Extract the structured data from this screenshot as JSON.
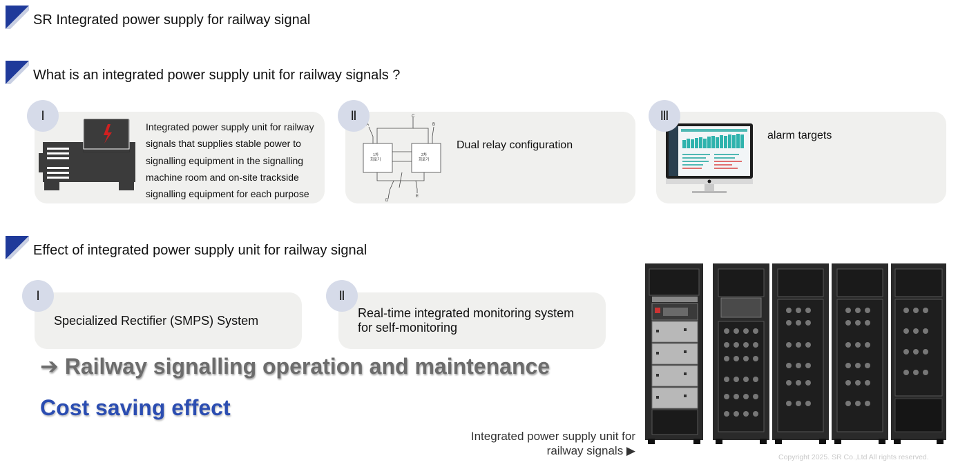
{
  "header": {
    "title": "SR Integrated power supply for railway signal"
  },
  "section1": {
    "title": "What is an integrated power supply unit for railway signals ?",
    "cards": [
      {
        "badge": "Ⅰ",
        "text_lines": [
          "Integrated power supply unit for railway",
          "signals that supplies stable power to",
          "signalling equipment in the signalling",
          "machine room and on-site trackside",
          "signalling equipment for each purpose"
        ],
        "icon": "power-unit-icon"
      },
      {
        "badge": "Ⅱ",
        "text": "Dual relay configuration",
        "icon": "relay-diagram",
        "diagram_labels": {
          "a": "A",
          "b": "B",
          "c": "C",
          "d": "D",
          "e": "E",
          "box1": "1차\n회로기",
          "box2": "2차\n회로기"
        }
      },
      {
        "badge": "Ⅲ",
        "text": "alarm targets",
        "icon": "monitor-icon"
      }
    ]
  },
  "section2": {
    "title": "Effect of integrated power supply unit for railway signal",
    "cards": [
      {
        "badge": "Ⅰ",
        "text": "Specialized Rectifier (SMPS) System"
      },
      {
        "badge": "Ⅱ",
        "text_line1": "Real-time integrated monitoring system",
        "text_line2": "for self-monitoring"
      }
    ],
    "result_line": "➔ Railway signalling operation and maintenance",
    "result_highlight": "Cost saving effect"
  },
  "product": {
    "caption_line1": "Integrated power supply unit for",
    "caption_line2": "railway signals ▶",
    "image": "power-cabinet-rack-image"
  },
  "footer": {
    "copyright": "Copyright 2025. SR Co.,Ltd All rights reserved."
  },
  "colors": {
    "accent_blue": "#1f3a9a",
    "highlight_blue": "#2b4db1",
    "badge_bg": "#d6dbe9",
    "card_bg": "#f0f0ee"
  }
}
